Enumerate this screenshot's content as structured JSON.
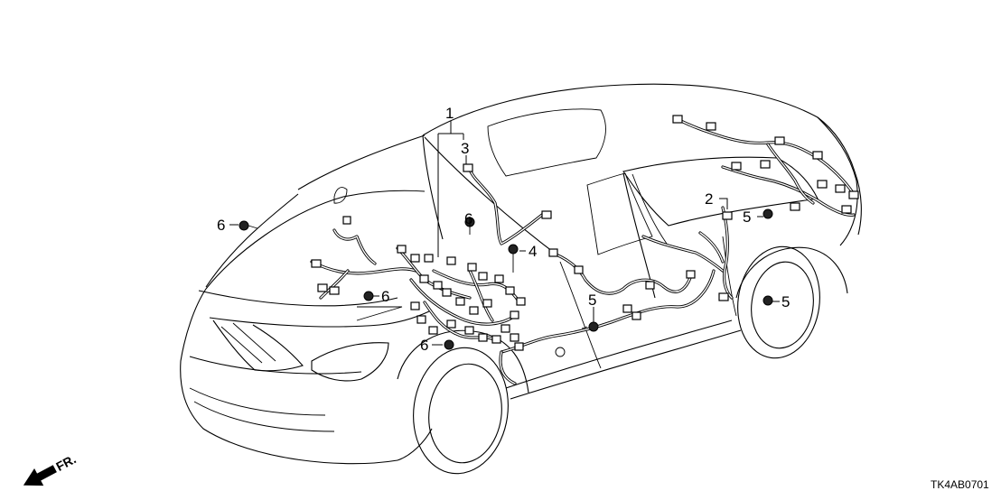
{
  "diagram": {
    "callouts": [
      {
        "id": "c1",
        "label": "1"
      },
      {
        "id": "c2",
        "label": "2"
      },
      {
        "id": "c3",
        "label": "3"
      },
      {
        "id": "c4",
        "label": "4"
      },
      {
        "id": "c5a",
        "label": "5"
      },
      {
        "id": "c5b",
        "label": "5"
      },
      {
        "id": "c5c",
        "label": "5"
      },
      {
        "id": "c6a",
        "label": "6"
      },
      {
        "id": "c6b",
        "label": "6"
      },
      {
        "id": "c6c",
        "label": "6"
      },
      {
        "id": "c6d",
        "label": "6"
      }
    ],
    "direction_label": "FR.",
    "diagram_code": "TK4AB0701"
  }
}
